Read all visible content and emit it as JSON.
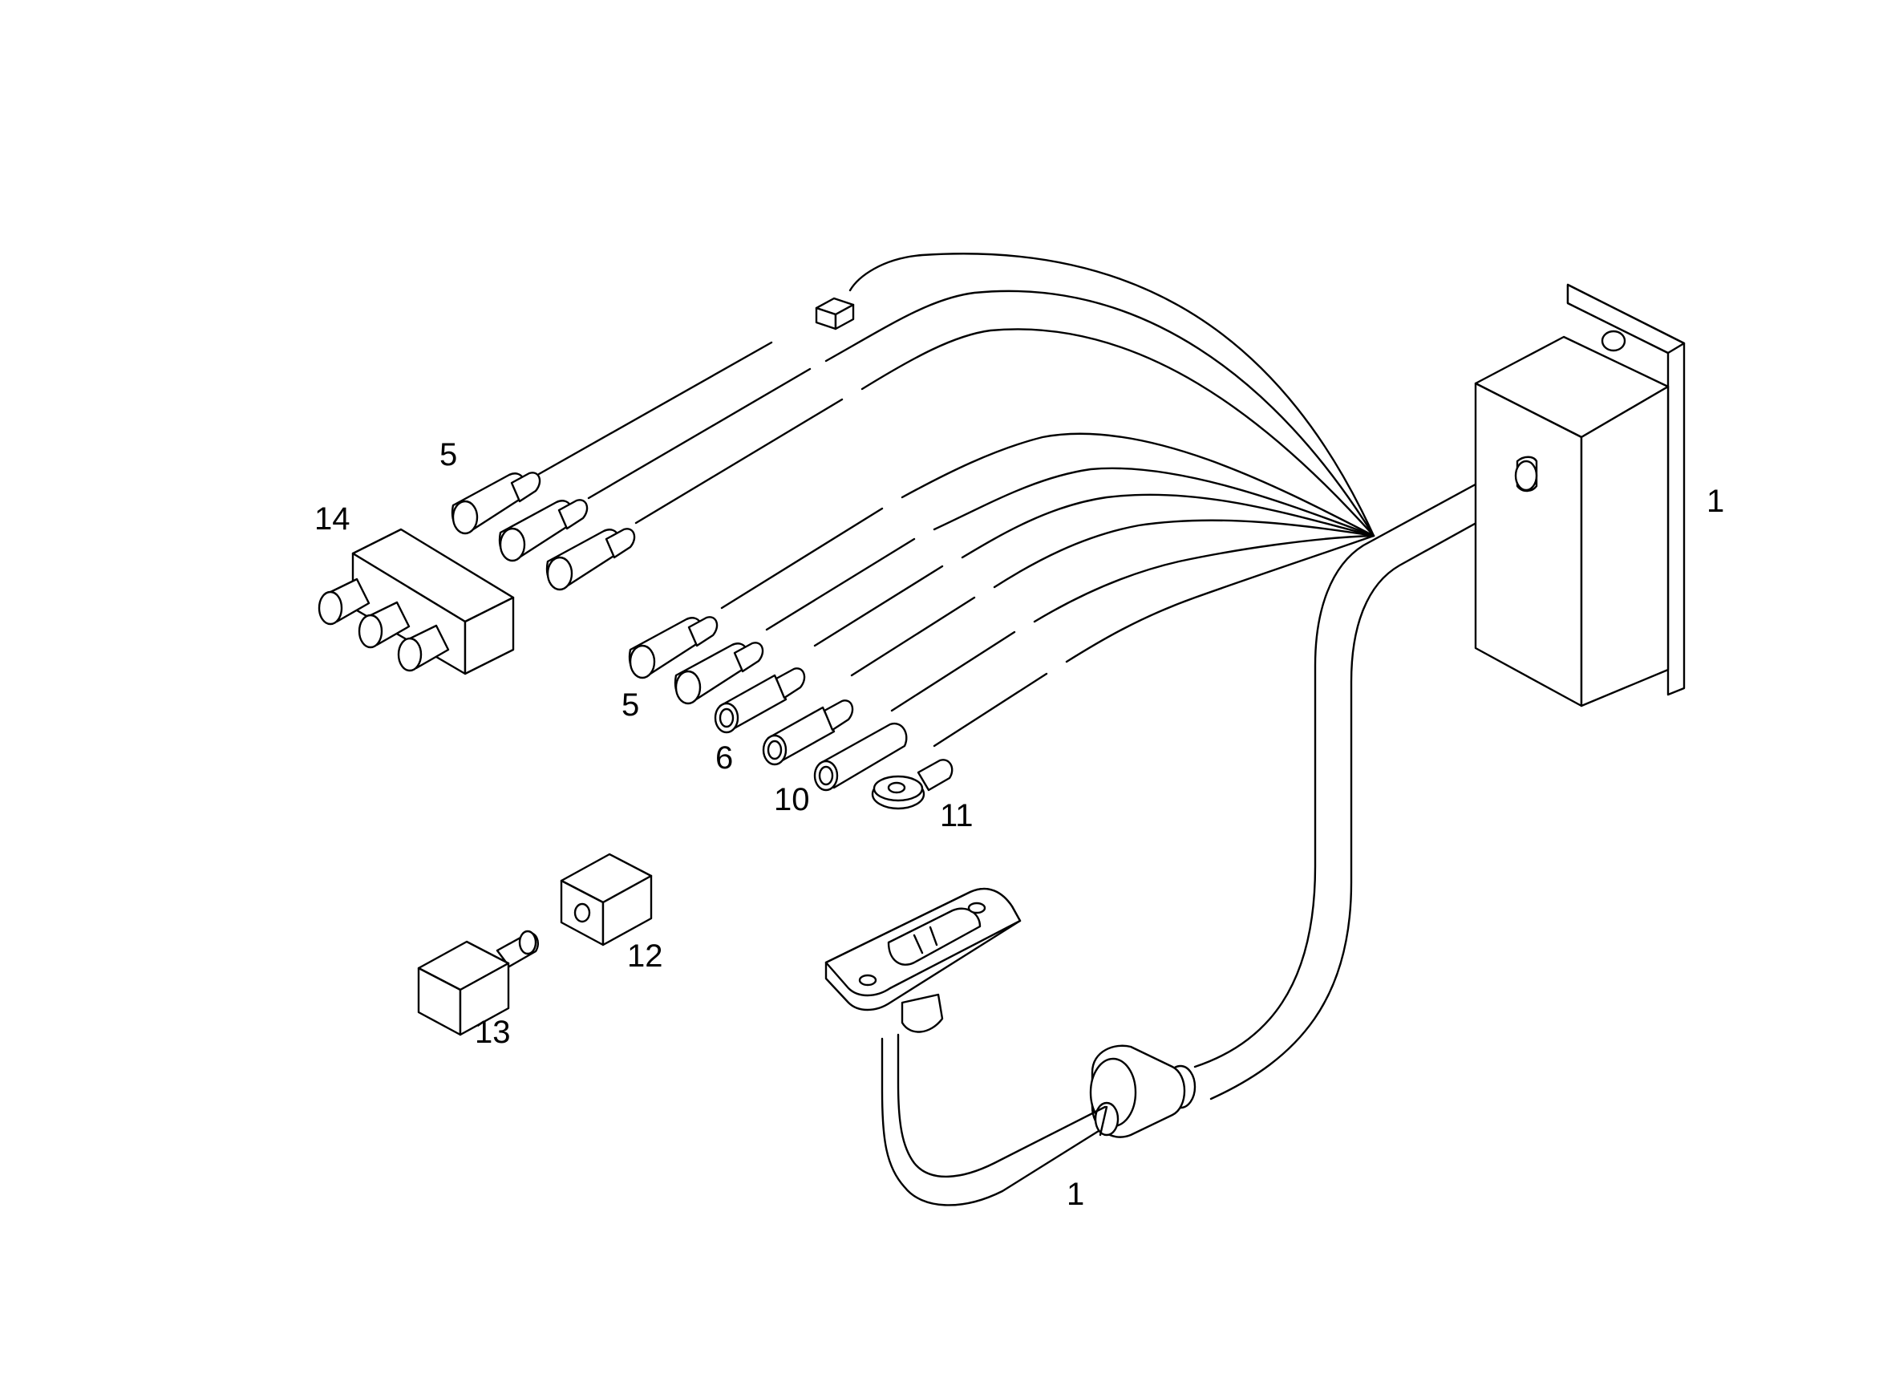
{
  "figure": {
    "type": "exploded parts diagram",
    "line_color": "#000000",
    "background": "#ffffff"
  },
  "callouts": {
    "housing": "1",
    "cable": "1",
    "connector_14": "14",
    "pin_5_top": "5",
    "pin_5_mid": "5",
    "pin_6": "6",
    "sleeve_10": "10",
    "ring_11": "11",
    "cap_12": "12",
    "plug_13": "13"
  }
}
